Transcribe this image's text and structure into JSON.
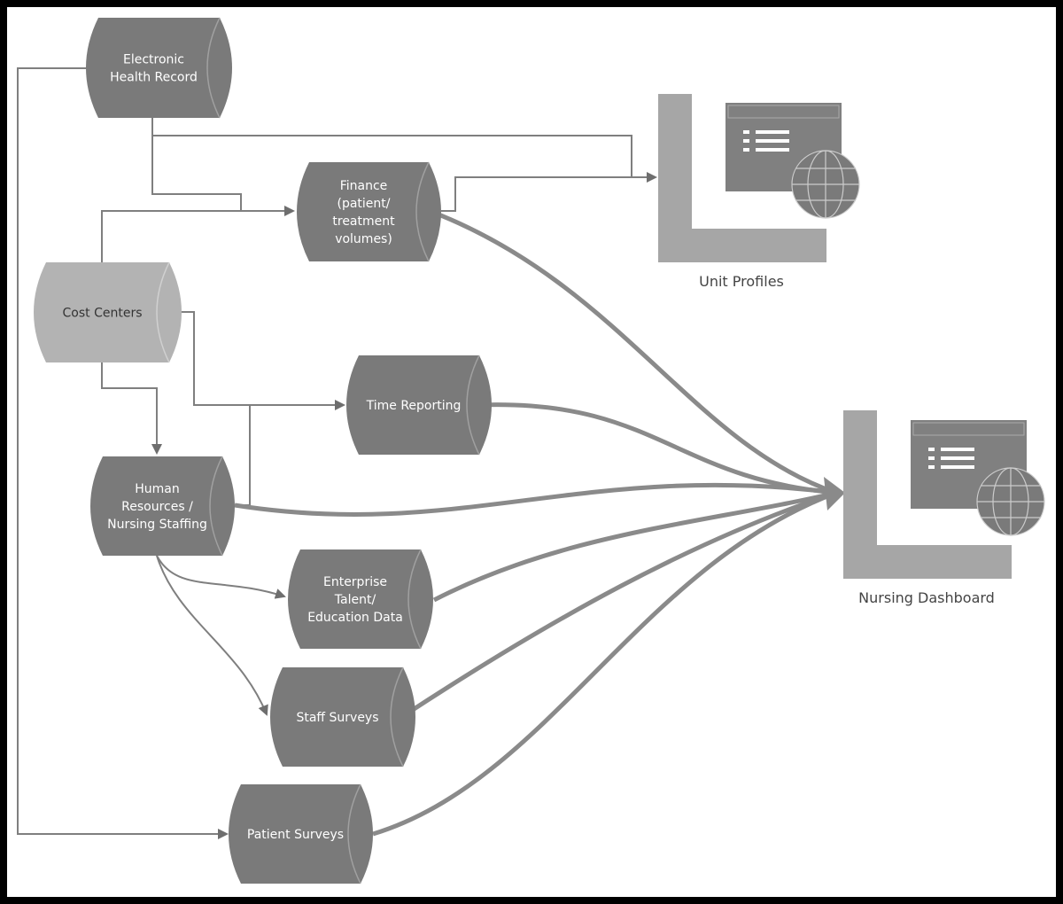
{
  "nodes": {
    "ehr": {
      "lines": [
        "Electronic",
        "Health Record"
      ]
    },
    "finance": {
      "lines": [
        "Finance",
        "(patient/",
        "treatment",
        "volumes)"
      ]
    },
    "cost_centers": {
      "lines": [
        "Cost Centers"
      ]
    },
    "time_reporting": {
      "lines": [
        "Time Reporting"
      ]
    },
    "hr": {
      "lines": [
        "Human",
        "Resources /",
        "Nursing Staffing"
      ]
    },
    "enterprise": {
      "lines": [
        "Enterprise",
        "Talent/",
        "Education Data"
      ]
    },
    "staff_surveys": {
      "lines": [
        "Staff Surveys"
      ]
    },
    "patient_surveys": {
      "lines": [
        "Patient Surveys"
      ]
    }
  },
  "outputs": {
    "unit_profiles": {
      "label": "Unit Profiles"
    },
    "nursing_dashboard": {
      "label": "Nursing Dashboard"
    }
  },
  "colors": {
    "node": "#7a7a7a",
    "node_light": "#b3b3b3",
    "line": "#7f7f7f",
    "frame": "#a6a6a6"
  }
}
